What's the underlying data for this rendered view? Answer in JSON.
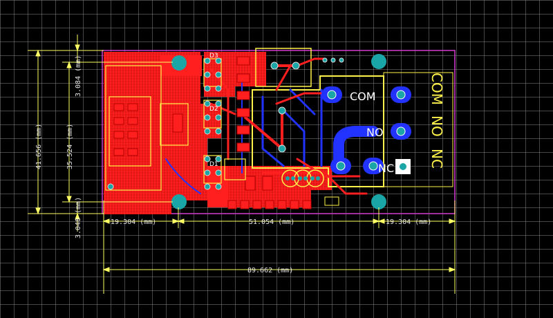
{
  "board": {
    "dimensions": {
      "total_width": "89.662 (mm)",
      "left_segment": "19.304 (mm)",
      "middle_segment": "51.054 (mm)",
      "right_segment": "19.304 (mm)",
      "total_height": "41.656 (mm)",
      "inner_height": "35.524 (mm)",
      "top_offset": "3.084 (mm)",
      "bottom_offset": "3.048 (mm)"
    },
    "relay_labels": {
      "com": "COM",
      "no": "NO",
      "nc": "NC"
    },
    "mirrored_labels": {
      "com": "COM",
      "no": "NO",
      "nc": "NC"
    },
    "refdes": [
      "D3",
      "D2",
      "D1"
    ],
    "colors": {
      "background": "#000000",
      "grid": "#8c8c8c",
      "top_copper": "#ff1f1f",
      "bottom_copper": "#2233ff",
      "silkscreen": "#fff24a",
      "board_outline": "#d23cd2",
      "pad": "#1aa6a6",
      "dimension": "#ffff66"
    }
  }
}
